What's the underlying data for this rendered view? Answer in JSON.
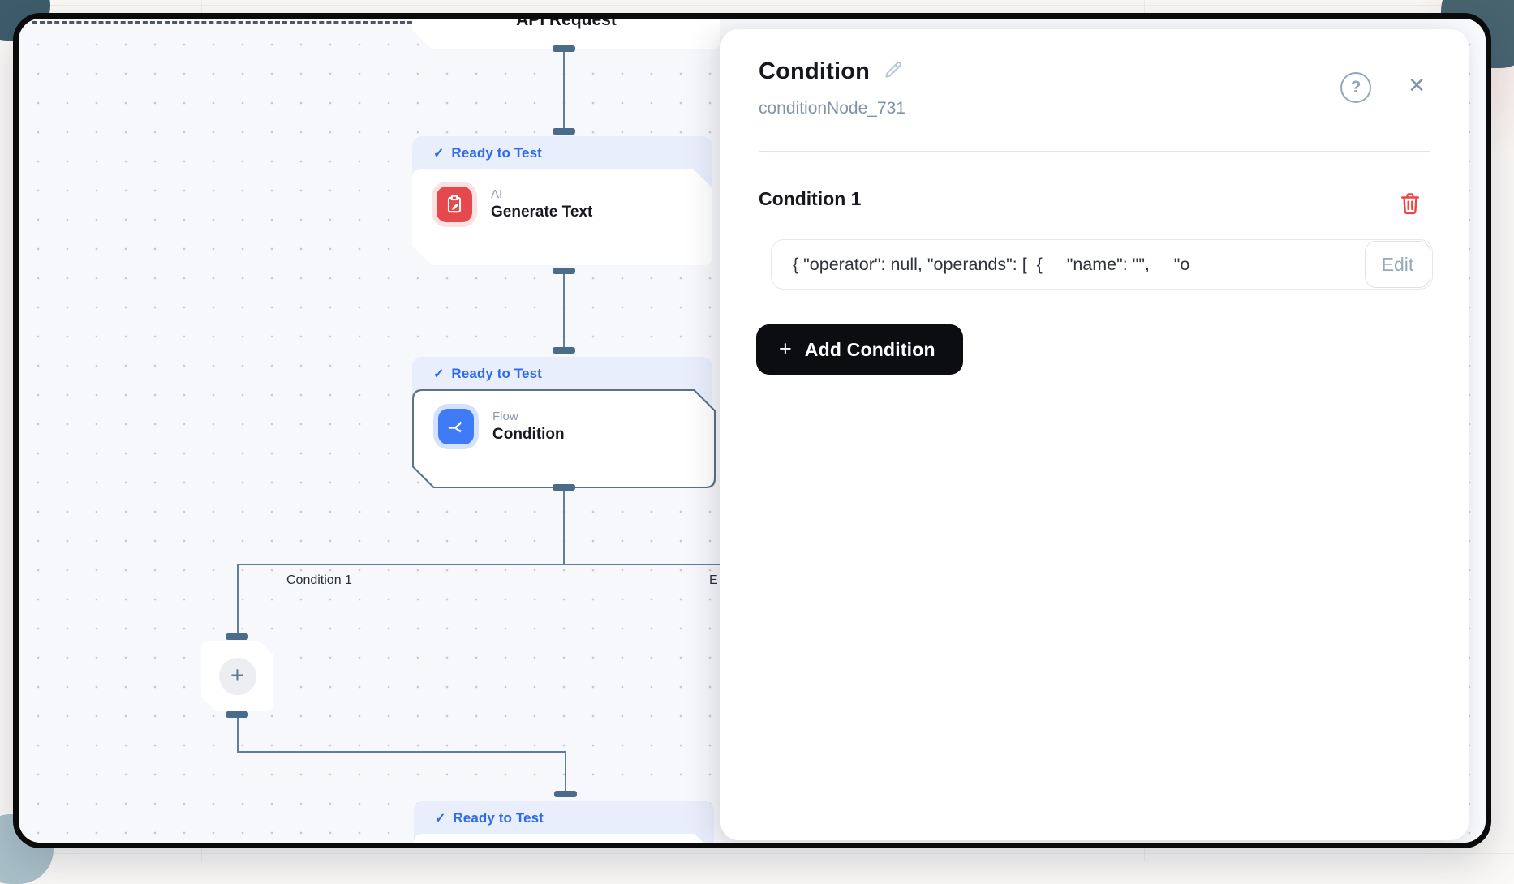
{
  "panel": {
    "title": "Condition",
    "subtitle": "conditionNode_731",
    "help_glyph": "?",
    "close_glyph": "×",
    "section_heading": "Condition 1",
    "expression_preview": "{ \"operator\": null, \"operands\": [  {     \"name\": \"\",     \"o",
    "edit_button_label": "Edit",
    "add_condition": {
      "plus_glyph": "+",
      "label": "Add Condition"
    }
  },
  "canvas": {
    "api_node": {
      "title": "API Request"
    },
    "check_glyph": "✓",
    "nodes": [
      {
        "status": "Ready to Test",
        "category": "AI",
        "title": "Generate Text"
      },
      {
        "status": "Ready to Test",
        "category": "Flow",
        "title": "Condition"
      },
      {
        "status": "Ready to Test"
      }
    ],
    "plus_node_glyph": "+",
    "branch_labels": {
      "left": "Condition 1",
      "right": "E"
    }
  },
  "colors": {
    "badge_blue": "#2e6be6",
    "node_red": "#e5484d",
    "node_blue": "#3f7bf7",
    "danger_red": "#f04444",
    "button_black": "#0c0d10",
    "connector": "#5f7e9e"
  }
}
